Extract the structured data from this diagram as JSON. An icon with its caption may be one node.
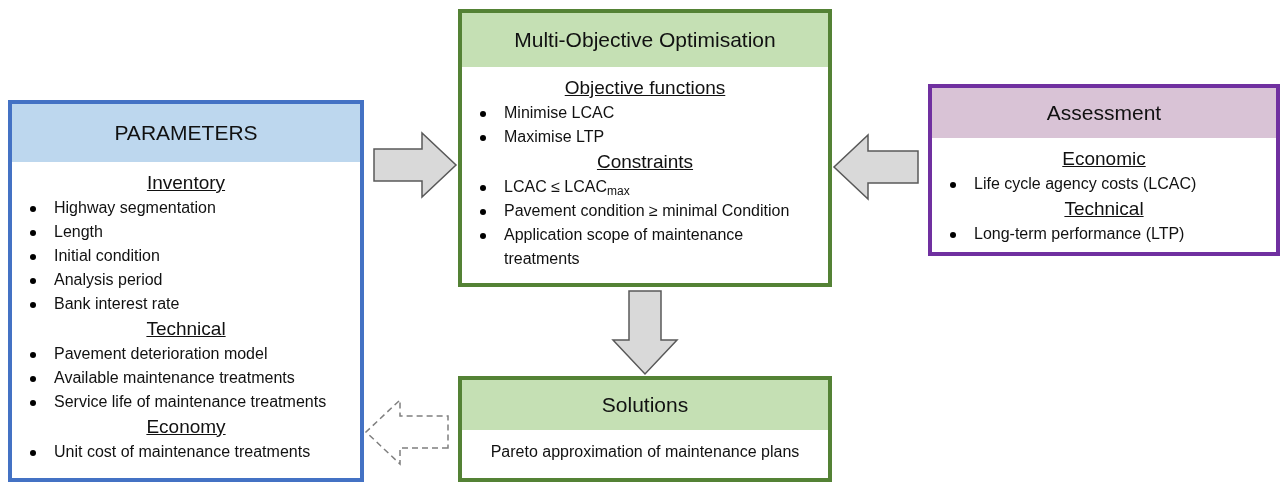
{
  "diagram": {
    "nodes": [
      {
        "text": [
          "PARAMETERS",
          "Inventory",
          "Highway segmentation",
          "Length",
          "Initial condition",
          "Analysis period",
          "Bank interest rate",
          "Technical",
          "Pavement deterioration model",
          "Available maintenance treatments",
          "Service life of maintenance treatments",
          "Economy",
          "Unit cost of maintenance treatments"
        ]
      },
      {
        "text": [
          "Multi-Objective Optimisation",
          "Objective functions",
          "Minimise LCAC",
          "Maximise LTP",
          "Constraints",
          "LCAC ≤ LCAC$_{max}$",
          "Pavement condition ≥ minimal Condition",
          "Application scope of maintenance treatments"
        ]
      },
      {
        "text": [
          "Assessment",
          "Economic",
          "Life cycle agency costs (LCAC)",
          "Technical",
          "Long-term performance (LTP)"
        ]
      },
      {
        "text": [
          "Solutions",
          "Pareto approximation of maintenance plans"
        ]
      }
    ],
    "edges": [
      {
        "from": 0,
        "to": 1,
        "arrow": "to"
      },
      {
        "from": 2,
        "to": 1,
        "arrow": "to"
      },
      {
        "from": 1,
        "to": 3,
        "arrow": "to"
      },
      {
        "from": 3,
        "to": 0,
        "arrow": "to",
        "style": "dashed"
      }
    ]
  }
}
